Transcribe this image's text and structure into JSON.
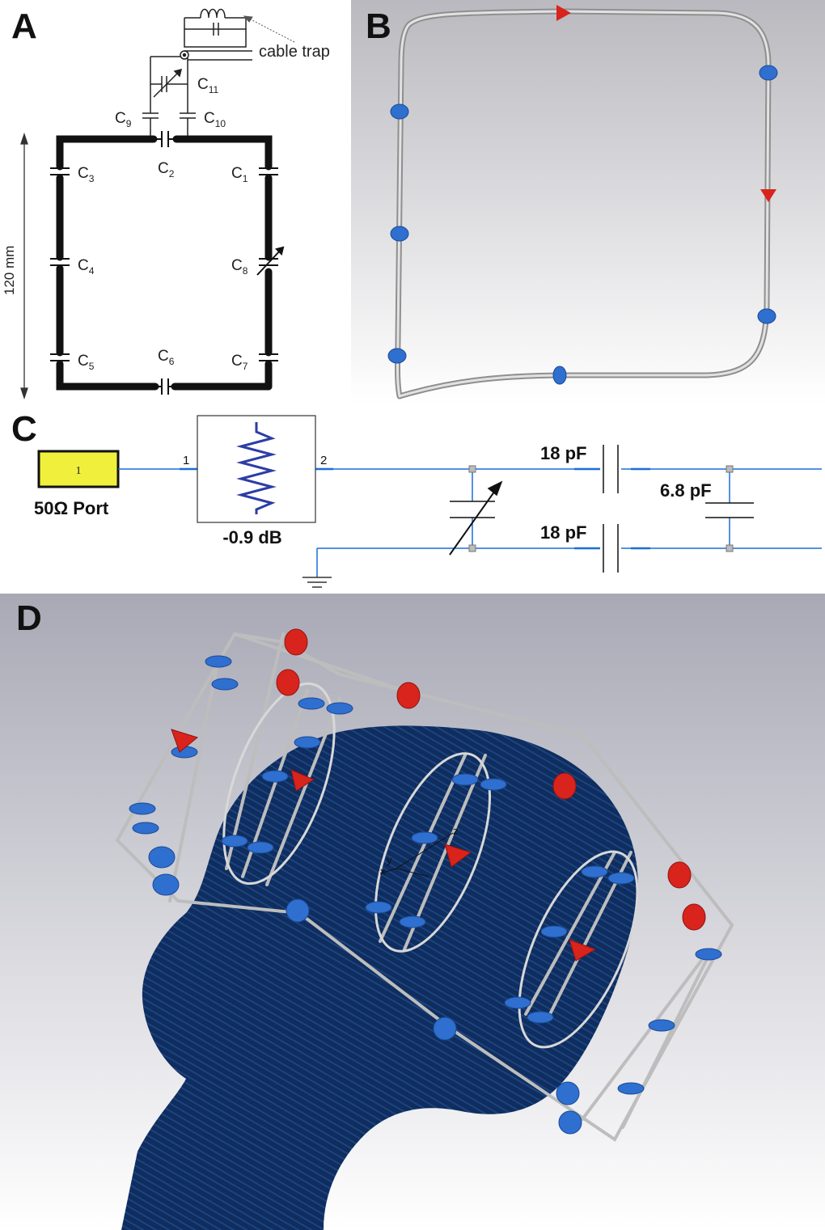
{
  "panels": {
    "a": {
      "letter": "A"
    },
    "b": {
      "letter": "B"
    },
    "c": {
      "letter": "C"
    },
    "d": {
      "letter": "D"
    }
  },
  "schematic": {
    "cable_trap_label": "cable trap",
    "dimension_label": "120 mm",
    "capacitors": [
      {
        "id": "c1",
        "base": "C",
        "sub": "1"
      },
      {
        "id": "c2",
        "base": "C",
        "sub": "2"
      },
      {
        "id": "c3",
        "base": "C",
        "sub": "3"
      },
      {
        "id": "c4",
        "base": "C",
        "sub": "4"
      },
      {
        "id": "c5",
        "base": "C",
        "sub": "5"
      },
      {
        "id": "c6",
        "base": "C",
        "sub": "6"
      },
      {
        "id": "c7",
        "base": "C",
        "sub": "7"
      },
      {
        "id": "c8",
        "base": "C",
        "sub": "8"
      },
      {
        "id": "c9",
        "base": "C",
        "sub": "9"
      },
      {
        "id": "c10",
        "base": "C",
        "sub": "10"
      },
      {
        "id": "c11",
        "base": "C",
        "sub": "11"
      }
    ]
  },
  "circuit": {
    "port_number": "1",
    "port_label": "50Ω Port",
    "attenuator_pin1": "1",
    "attenuator_pin2": "2",
    "attenuator_label": "-0.9 dB",
    "cap_top": "18 pF",
    "cap_bottom": "18 pF",
    "cap_shunt": "6.8 pF"
  },
  "render3d": {
    "axis_y": "y",
    "axis_x": "x",
    "axis_z": "z"
  },
  "colors": {
    "wire": "#c8c8c8",
    "blue_cap": "#2f6fcf",
    "red_port": "#d8241c",
    "head": "#0d2a5a",
    "circuit_line": "#1a6fd6",
    "port_fill": "#f0f03c"
  }
}
